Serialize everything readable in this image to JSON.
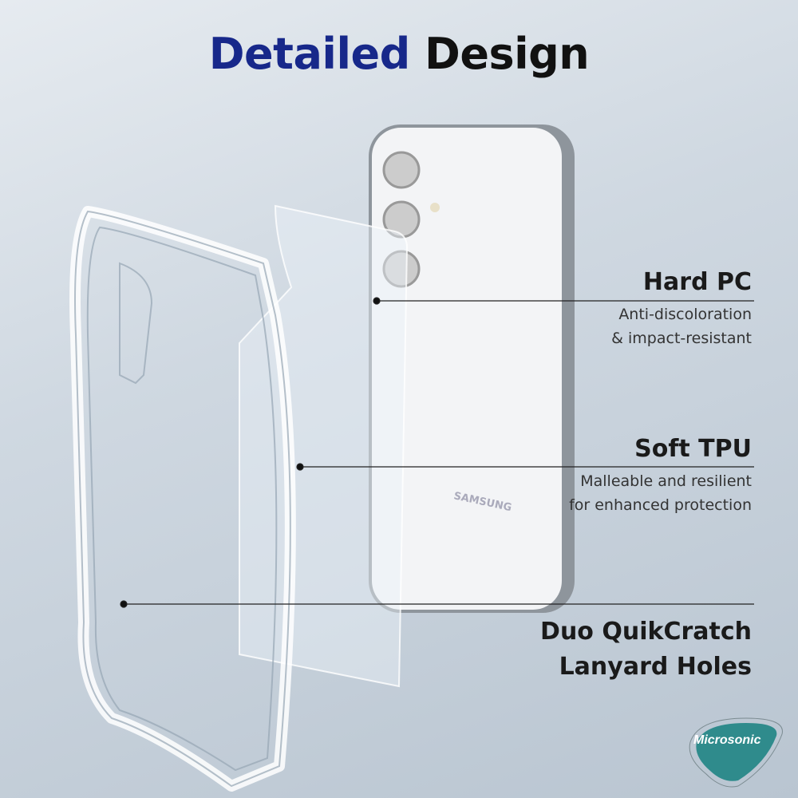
{
  "title": {
    "part1": "Detailed",
    "part2": "Design",
    "accent_color": "#17288a"
  },
  "phone": {
    "brand": "SAMSUNG"
  },
  "features": [
    {
      "heading": "Hard PC",
      "lines": [
        "Anti-discoloration",
        "& impact-resistant"
      ]
    },
    {
      "heading": "Soft TPU",
      "lines": [
        "Malleable and resilient",
        "for enhanced protection"
      ]
    },
    {
      "heading": "Duo QuikCratch",
      "lines": [
        "Lanyard Holes"
      ]
    }
  ],
  "logo": {
    "text": "Microsonic",
    "color": "#2f8b8c"
  }
}
